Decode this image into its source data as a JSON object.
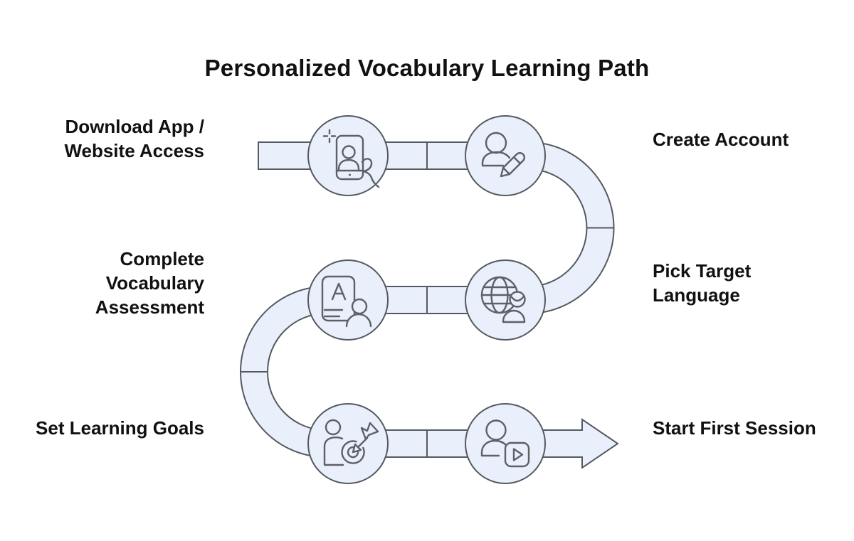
{
  "title": "Personalized Vocabulary Learning Path",
  "diagram_type": "snake-process-flow",
  "colors": {
    "background": "#FFFFFF",
    "band_fill": "#E9EFFB",
    "band_outline": "#555A60",
    "icon_stroke": "#5C6167",
    "text": "#111111"
  },
  "steps": [
    {
      "order": 1,
      "label": "Download App / Website Access",
      "lines": [
        "Download App /",
        "Website Access"
      ],
      "icon": "phone-person-hand-icon",
      "position": "top-left"
    },
    {
      "order": 2,
      "label": "Create Account",
      "lines": [
        "Create Account"
      ],
      "icon": "person-pencil-icon",
      "position": "top-right"
    },
    {
      "order": 3,
      "label": "Pick Target Language",
      "lines": [
        "Pick Target",
        "Language"
      ],
      "icon": "globe-person-icon",
      "position": "middle-right"
    },
    {
      "order": 4,
      "label": "Complete Vocabulary Assessment",
      "lines": [
        "Complete",
        "Vocabulary",
        "Assessment"
      ],
      "icon": "card-letter-a-person-icon",
      "position": "middle-left"
    },
    {
      "order": 5,
      "label": "Set Learning Goals",
      "lines": [
        "Set Learning Goals"
      ],
      "icon": "person-target-dart-icon",
      "position": "bottom-left"
    },
    {
      "order": 6,
      "label": "Start First Session",
      "lines": [
        "Start First Session"
      ],
      "icon": "person-play-button-icon",
      "position": "bottom-right"
    }
  ]
}
